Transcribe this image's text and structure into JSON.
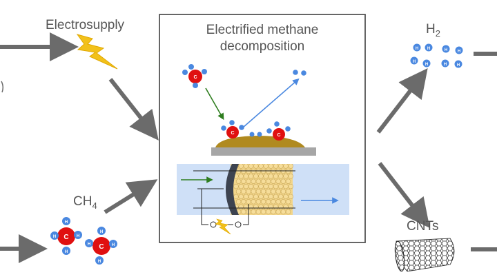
{
  "labels": {
    "electrosupply": "Electrosupply",
    "reactor_title_line1": "Electrified methane",
    "reactor_title_line2": "decomposition",
    "h2": "H",
    "h2_sub": "2",
    "ch4": "CH",
    "ch4_sub": "4",
    "cnts": "CNTs"
  },
  "atoms": {
    "carbon": "C",
    "hydrogen": "H"
  },
  "colors": {
    "arrow_gray": "#6b6b6b",
    "carbon_red": "#e01010",
    "hydrogen_blue": "#4a88e0",
    "bolt_yellow": "#f2c11a",
    "catalyst_brown": "#b08a1f",
    "tube_blue": "#cfe0f7",
    "green_arrow": "#2e7d1f",
    "blue_arrow": "#4a88e0"
  },
  "icons": [
    "lightning-bolt-icon",
    "methane-molecule-icon",
    "hydrogen-molecule-icon",
    "carbon-nanotube-icon",
    "flow-arrow-icon"
  ]
}
